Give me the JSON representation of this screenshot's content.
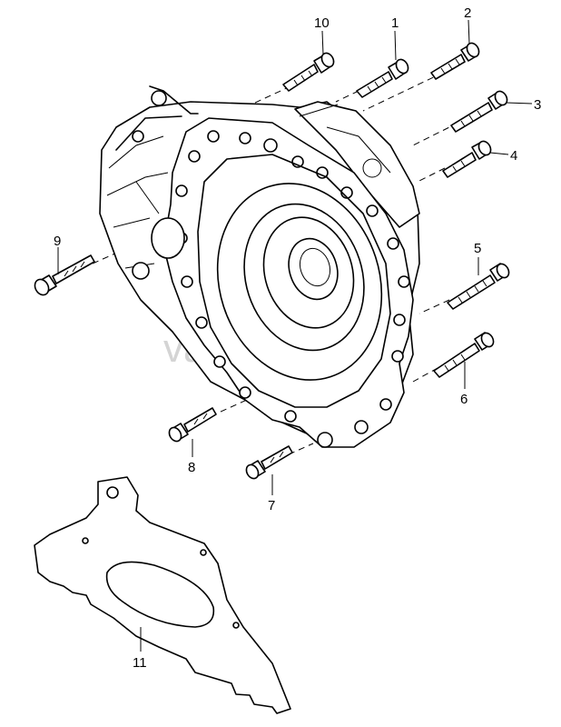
{
  "watermark": "vagtec.ru",
  "callouts": [
    {
      "id": "10",
      "label": "10"
    },
    {
      "id": "1",
      "label": "1"
    },
    {
      "id": "2",
      "label": "2"
    },
    {
      "id": "3",
      "label": "3"
    },
    {
      "id": "4",
      "label": "4"
    },
    {
      "id": "5",
      "label": "5"
    },
    {
      "id": "6",
      "label": "6"
    },
    {
      "id": "7",
      "label": "7"
    },
    {
      "id": "8",
      "label": "8"
    },
    {
      "id": "9",
      "label": "9"
    },
    {
      "id": "11",
      "label": "11"
    }
  ]
}
